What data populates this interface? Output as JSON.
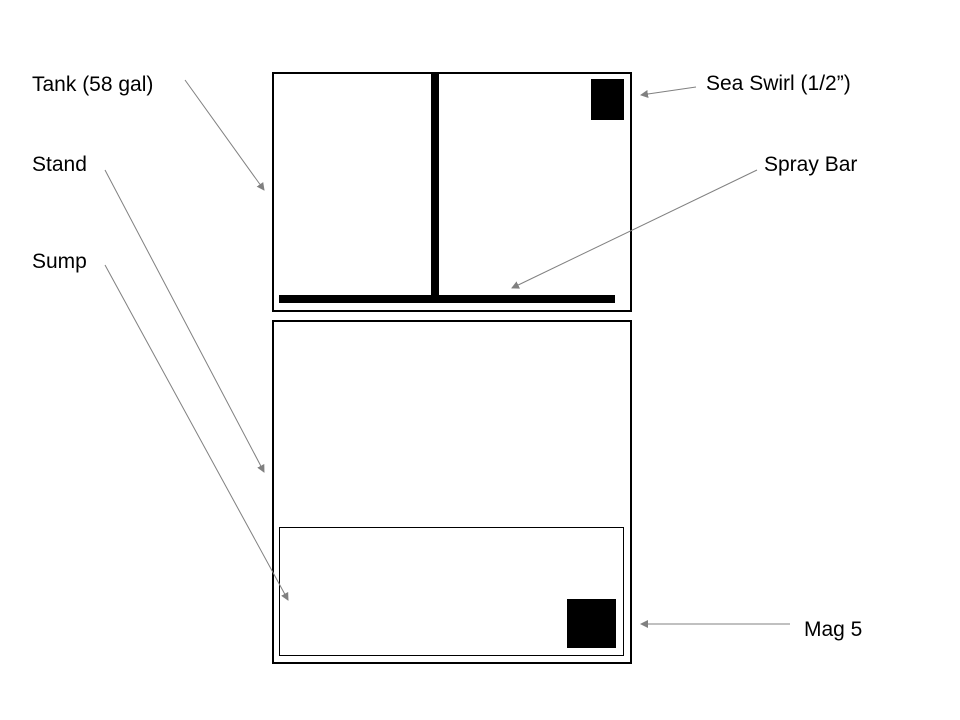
{
  "labels": {
    "tank": "Tank (58 gal)",
    "stand": "Stand",
    "sump": "Sump",
    "sea_swirl": "Sea Swirl (1/2”)",
    "spray_bar": "Spray Bar",
    "mag5": "Mag 5"
  },
  "colors": {
    "arrow": "#808080",
    "stroke": "#000000"
  }
}
